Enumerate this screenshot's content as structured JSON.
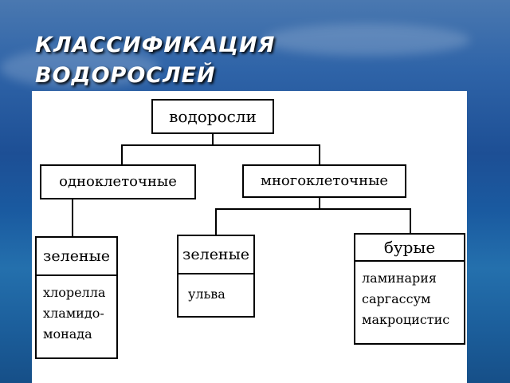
{
  "title": {
    "line1": "КЛАССИФИКАЦИЯ",
    "line2": "ВОДОРОСЛЕЙ"
  },
  "diagram": {
    "root": "водоросли",
    "left_branch": {
      "label": "одноклеточные",
      "group": {
        "label": "зеленые",
        "items": [
          "хлорелла",
          "хламидо-",
          "монада"
        ]
      }
    },
    "right_branch": {
      "label": "многоклеточные",
      "groups": [
        {
          "label": "зеленые",
          "items": [
            "ульва"
          ]
        },
        {
          "label": "бурые",
          "items": [
            "ламинария",
            "саргассум",
            "макроцистис"
          ]
        }
      ]
    }
  }
}
